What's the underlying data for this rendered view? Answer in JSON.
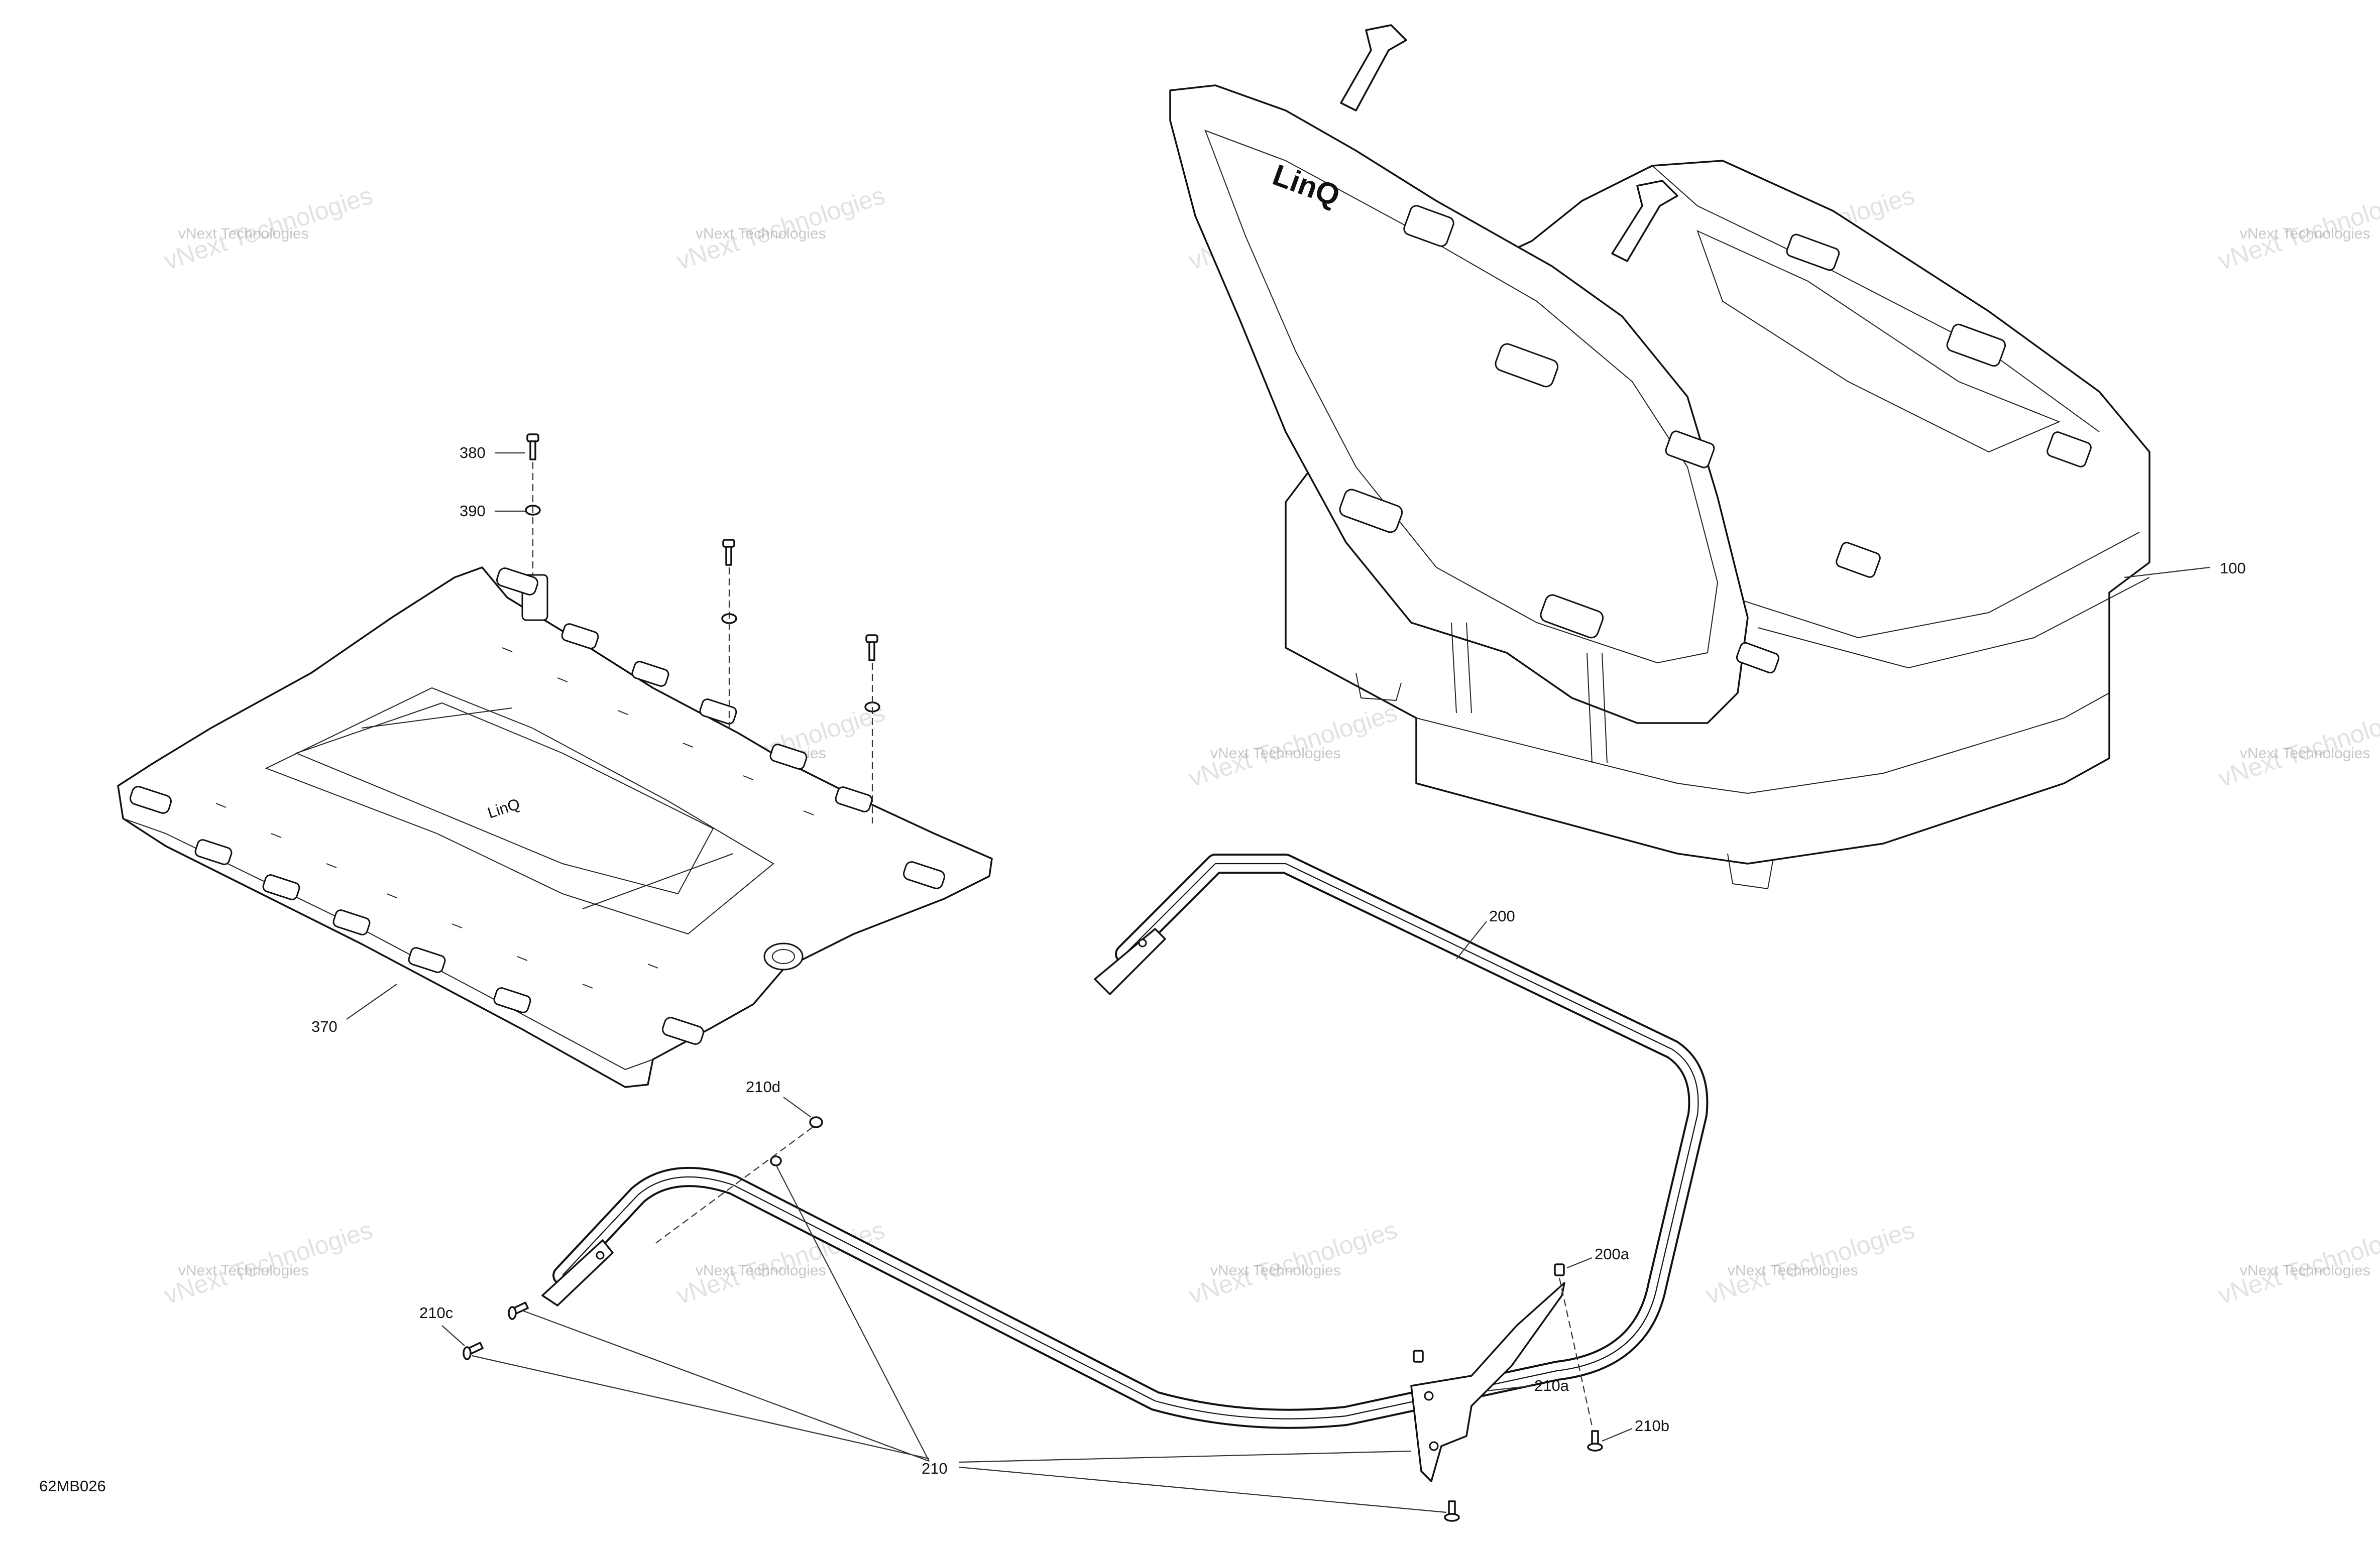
{
  "reference_code": "62MB026",
  "watermark": {
    "line1": "vNext Technologies",
    "line2": "vNext Technologies"
  },
  "callouts": {
    "c100": "100",
    "c200": "200",
    "c200a": "200a",
    "c210": "210",
    "c210a": "210a",
    "c210b": "210b",
    "c210c": "210c",
    "c210d": "210d",
    "c370": "370",
    "c380": "380",
    "c390": "390"
  },
  "logo_text": "LinQ"
}
